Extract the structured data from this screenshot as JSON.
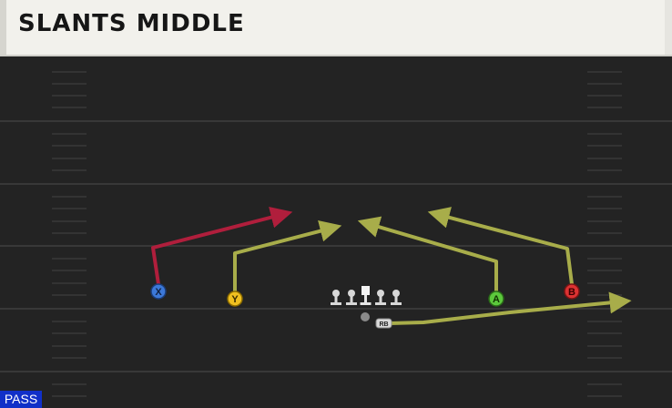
{
  "title": "SLANTS MIDDLE",
  "play_type": "PASS",
  "colors": {
    "header_bg": "#f2f1ec",
    "field_bg": "#232323",
    "yard_line": "#383838",
    "hash_mark": "#333333",
    "route_primary": "#a8ad4a",
    "route_x": "#b01e3c",
    "play_type_bg": "#1030c8"
  },
  "receivers": [
    {
      "id": "x",
      "label": "X",
      "color": "#3c78d8"
    },
    {
      "id": "y",
      "label": "Y",
      "color": "#f0c020"
    },
    {
      "id": "a",
      "label": "A",
      "color": "#5cc83c"
    },
    {
      "id": "b",
      "label": "B",
      "color": "#dc3232"
    }
  ],
  "running_back": {
    "label": "RB"
  }
}
